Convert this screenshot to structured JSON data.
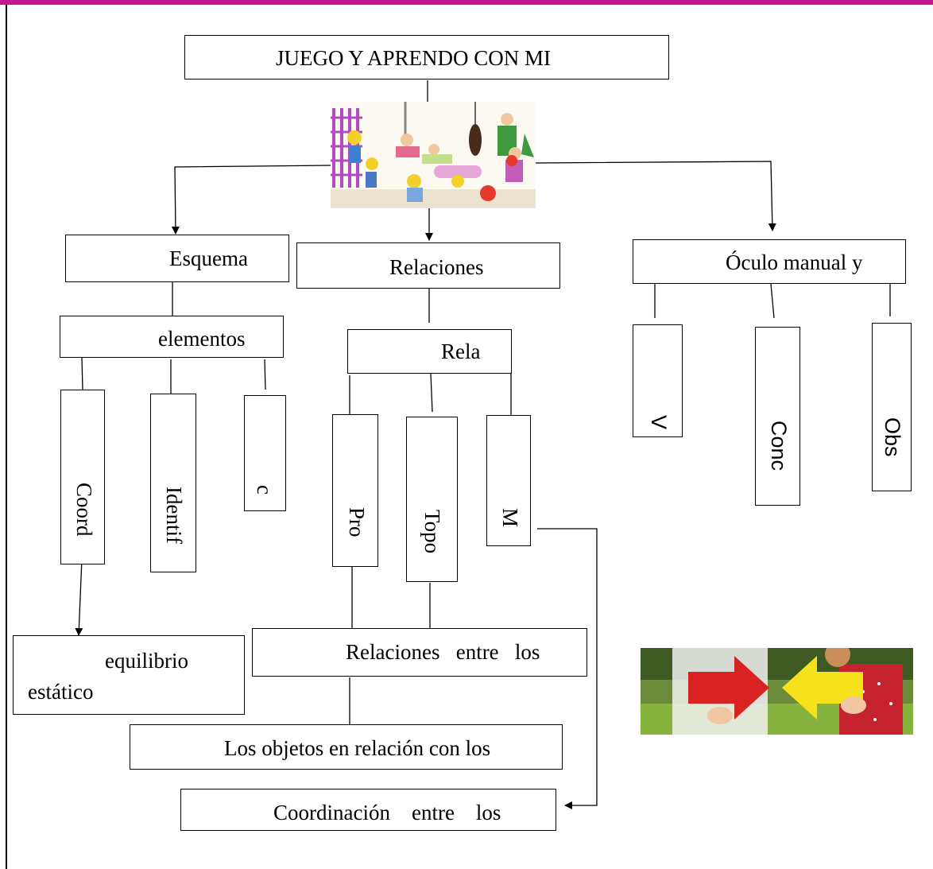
{
  "diagram": {
    "title": "JUEGO   Y   APRENDO   CON   MI",
    "branch_left": {
      "label": "Esquema",
      "child": "elementos",
      "items": [
        "Coord",
        "Identif",
        "c"
      ],
      "sub": {
        "line1": "equilibrio",
        "line2": "estático"
      }
    },
    "branch_center": {
      "label": "Relaciones",
      "child": "Rela",
      "items": [
        "Pro",
        "Topo",
        "M"
      ],
      "sub1": "Relaciones   entre   los",
      "sub2": "Los objetos en relación con los",
      "sub3": "Coordinación    entre    los"
    },
    "branch_right": {
      "label": "Óculo manual y",
      "items": [
        "V",
        "Conc",
        "Obs"
      ]
    }
  },
  "images": {
    "top_illustration": "children-playing-gym-illustration",
    "bottom_photo": "children-holding-red-and-yellow-arrows-photo"
  },
  "colors": {
    "top_bar": "#c2188f",
    "line": "#000000"
  }
}
